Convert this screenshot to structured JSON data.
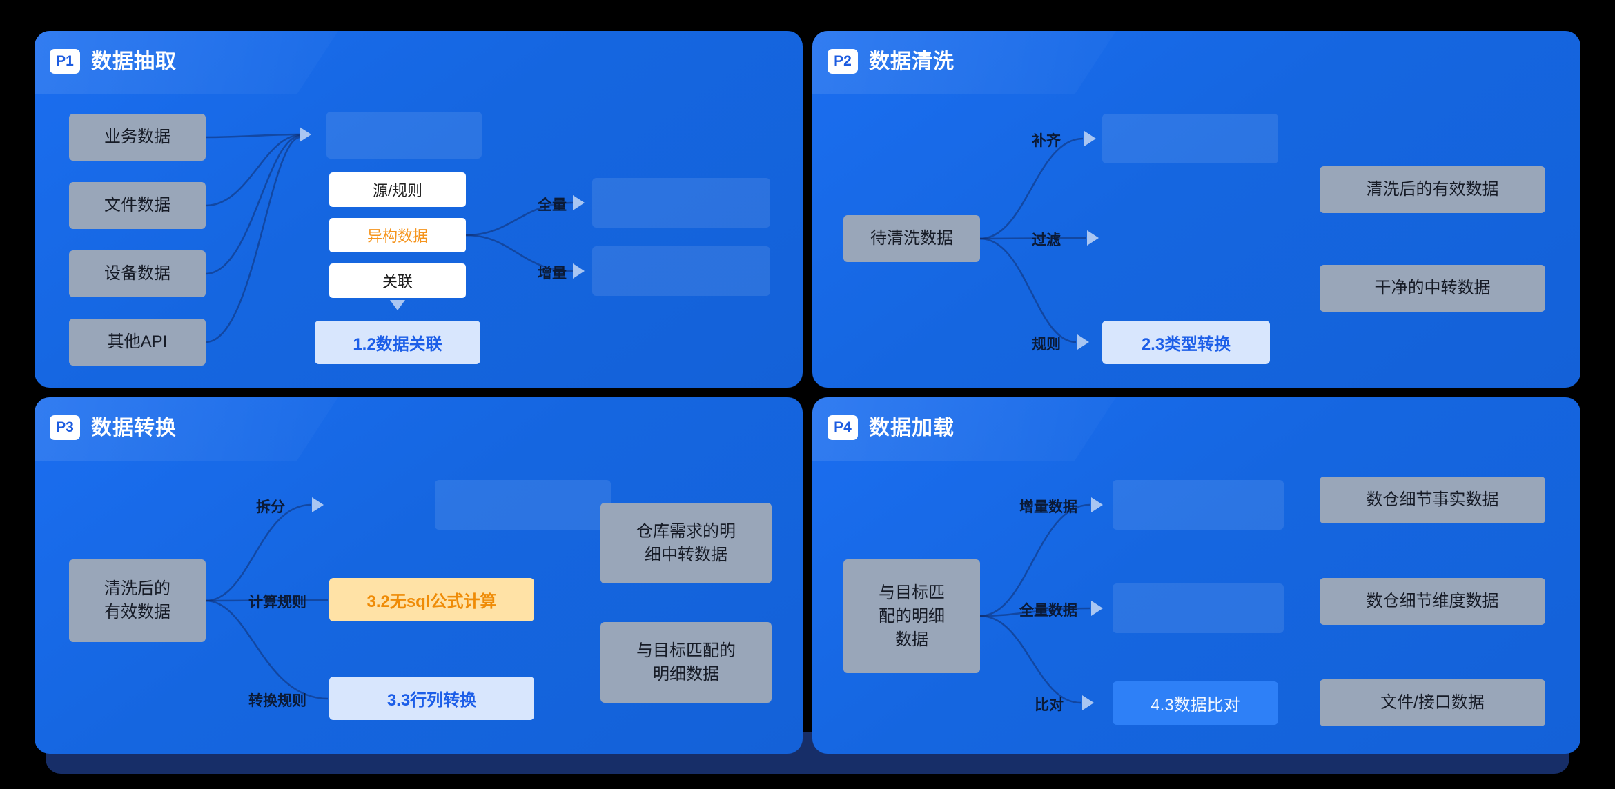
{
  "colors": {
    "panel_blue": "#1566e0",
    "node_gray": "#99a6b9",
    "node_white": "#ffffff",
    "node_light_blue": "#d8e6fd",
    "node_amber": "#ffe2a6",
    "node_solid_blue": "#2e80f7",
    "accent_orange": "#f5941d",
    "accent_blue_text": "#1c5ee8",
    "base_shadow": "#172e68"
  },
  "p1": {
    "badge": "P1",
    "title": "数据抽取",
    "sources": [
      "业务数据",
      "文件数据",
      "设备数据",
      "其他API"
    ],
    "rule_steps": [
      "源/规则",
      "异构数据",
      "关联"
    ],
    "result": "1.2数据关联",
    "branches": [
      "全量",
      "增量"
    ]
  },
  "p2": {
    "badge": "P2",
    "title": "数据清洗",
    "input": "待清洗数据",
    "branches": [
      "补齐",
      "过滤",
      "规则"
    ],
    "result": "2.3类型转换",
    "outputs": [
      "清洗后的有效数据",
      "干净的中转数据"
    ]
  },
  "p3": {
    "badge": "P3",
    "title": "数据转换",
    "input": "清洗后的有效数据",
    "branches": [
      "拆分",
      "计算规则",
      "转换规则"
    ],
    "calc": "3.2无sql公式计算",
    "pivot": "3.3行列转换",
    "outputs": [
      "仓库需求的明细中转数据",
      "与目标匹配的明细数据"
    ]
  },
  "p4": {
    "badge": "P4",
    "title": "数据加载",
    "input": "与目标匹配的明细数据",
    "branches": [
      "增量数据",
      "全量数据",
      "比对"
    ],
    "result": "4.3数据比对",
    "outputs": [
      "数仓细节事实数据",
      "数仓细节维度数据",
      "文件/接口数据"
    ]
  }
}
